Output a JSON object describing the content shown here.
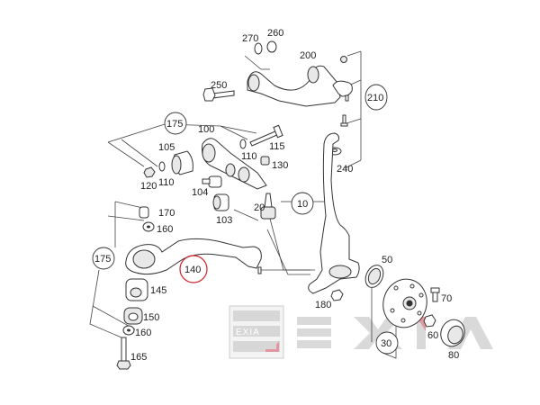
{
  "diagram": {
    "title": "Front suspension exploded parts diagram",
    "highlighted_part": "140",
    "highlight_color": "#d0202a",
    "part_labels": {
      "p270": "270",
      "p260": "260",
      "p200": "200",
      "p250": "250",
      "p210": "210",
      "p175_top": "175",
      "p100": "100",
      "p105": "105",
      "p115": "115",
      "p110_a": "110",
      "p110_b": "110",
      "p120": "120",
      "p130": "130",
      "p240": "240",
      "p104": "104",
      "p103": "103",
      "p20": "20",
      "p10": "10",
      "p170": "170",
      "p160_a": "160",
      "p175_left": "175",
      "p140": "140",
      "p145": "145",
      "p150": "150",
      "p160_b": "160",
      "p165": "165",
      "p180": "180",
      "p50": "50",
      "p70": "70",
      "p60": "60",
      "p30": "30",
      "p80": "80"
    },
    "watermark": {
      "brand_text": "EXIA",
      "logo_letters": "XIA",
      "color": "#cfcfcf",
      "accent_color": "#e48b93"
    }
  }
}
